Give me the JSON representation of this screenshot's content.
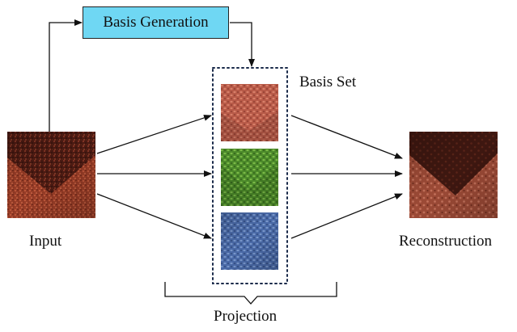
{
  "basis_generation": {
    "label": "Basis Generation",
    "color": "#6fd7f3"
  },
  "basis_set": {
    "label": "Basis Set"
  },
  "input": {
    "label": "Input"
  },
  "reconstruction": {
    "label": "Reconstruction"
  },
  "projection": {
    "label": "Projection"
  },
  "images": {
    "input": "dark red textured photo with a V-shaped band",
    "basis_red": "red knit fabric texture",
    "basis_green": "green knit fabric texture",
    "basis_blue": "blue knit fabric texture",
    "reconstruction": "smoothed red textured photo with a V-shaped band"
  }
}
